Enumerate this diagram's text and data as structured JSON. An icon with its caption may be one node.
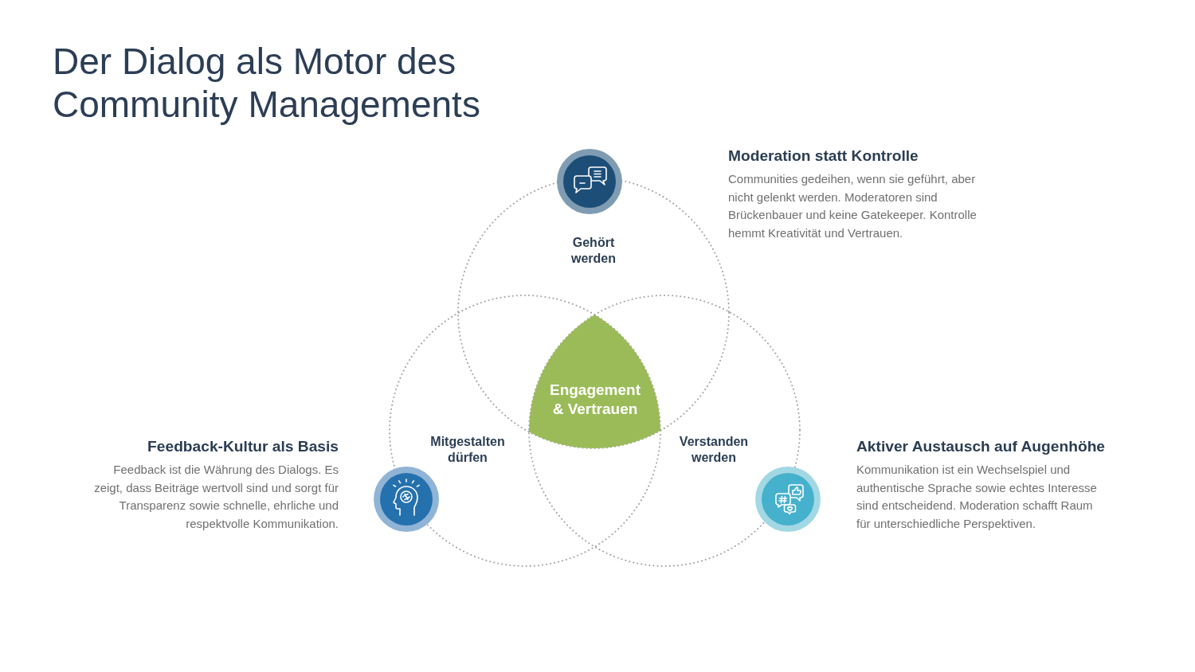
{
  "diagram": {
    "title": "Der Dialog als Motor des Community Managements",
    "nodes": [
      {
        "text": [
          "Gehört werden"
        ]
      },
      {
        "text": [
          "Engagement & Vertrauen"
        ]
      },
      {
        "text": [
          "Mitgestalten dürfen"
        ]
      },
      {
        "text": [
          "Verstanden werden"
        ]
      }
    ],
    "labels": [
      "Moderation statt Kontrolle",
      "Communities gedeihen, wenn sie geführt, aber nicht gelenkt werden. Moderatoren sind Brückenbauer und keine Gatekeeper. Kontrolle hemmt Kreativität und Vertrauen.",
      "Feedback-Kultur als Basis",
      "Feedback ist die Währung des Dialogs. Es zeigt, dass Beiträge wertvoll sind und sorgt für Transparenz sowie schnelle, ehrliche und respektvolle Kommunikation.",
      "Aktiver Austausch auf Augenhöhe",
      "Kommunikation ist ein Wechselspiel und authentische Sprache sowie echtes Interesse sind entscheidend. Moderation schafft Raum für unterschiedliche Perspektiven."
    ]
  }
}
